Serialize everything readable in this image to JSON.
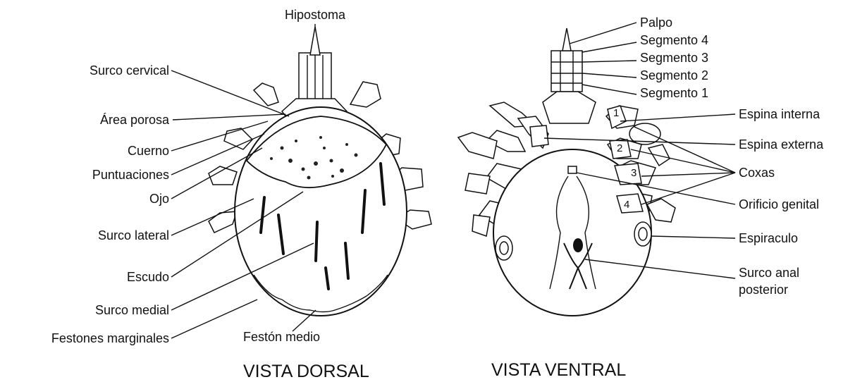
{
  "dorsal": {
    "title": "VISTA DORSAL",
    "labels": {
      "hipostoma": "Hipostoma",
      "surco_cervical": "Surco cervical",
      "area_porosa": "Área porosa",
      "cuerno": "Cuerno",
      "puntuaciones": "Puntuaciones",
      "ojo": "Ojo",
      "surco_lateral": "Surco lateral",
      "escudo": "Escudo",
      "surco_medial": "Surco medial",
      "festones_marginales": "Festones marginales",
      "feston_medio": "Festón medio"
    }
  },
  "ventral": {
    "title": "VISTA VENTRAL",
    "labels": {
      "palpo": "Palpo",
      "segmento_4": "Segmento 4",
      "segmento_3": "Segmento 3",
      "segmento_2": "Segmento 2",
      "segmento_1": "Segmento 1",
      "espina_interna": "Espina interna",
      "espina_externa": "Espina externa",
      "coxas": "Coxas",
      "orificio_genital": "Orificio genital",
      "espiraculo": "Espiraculo",
      "surco_anal_line1": "Surco anal",
      "surco_anal_line2": "posterior"
    },
    "coxa_numbers": [
      "1",
      "2",
      "3",
      "4"
    ]
  }
}
